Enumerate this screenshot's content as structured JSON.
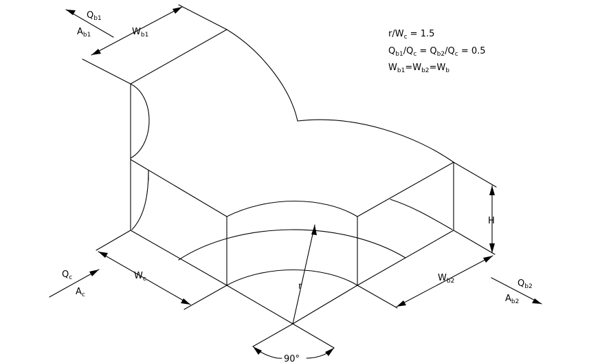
{
  "labels": {
    "qb1": {
      "main": "Q",
      "sub": "b1"
    },
    "ab1": {
      "main": "A",
      "sub": "b1"
    },
    "wb1": {
      "main": "W",
      "sub": "b1"
    },
    "qc": {
      "main": "Q",
      "sub": "c"
    },
    "ac": {
      "main": "A",
      "sub": "c"
    },
    "wc": {
      "main": "W",
      "sub": "c"
    },
    "wb2": {
      "main": "W",
      "sub": "b2"
    },
    "qb2": {
      "main": "Q",
      "sub": "b2"
    },
    "ab2": {
      "main": "A",
      "sub": "b2"
    },
    "h": "H",
    "r": "r",
    "angle": "90°"
  },
  "equations": {
    "line1": {
      "a": "r/W",
      "a_sub": "c",
      "b": " = 1.5"
    },
    "line2": {
      "a": "Q",
      "a_sub": "b1",
      "b": "/Q",
      "b_sub": "c",
      "c": " = Q",
      "c_sub": "b2",
      "d": "/Q",
      "d_sub": "c",
      "e": " = 0.5"
    },
    "line3": {
      "a": "W",
      "a_sub": "b1",
      "b": "=W",
      "b_sub": "b2",
      "c": "=W",
      "c_sub": "b"
    }
  }
}
